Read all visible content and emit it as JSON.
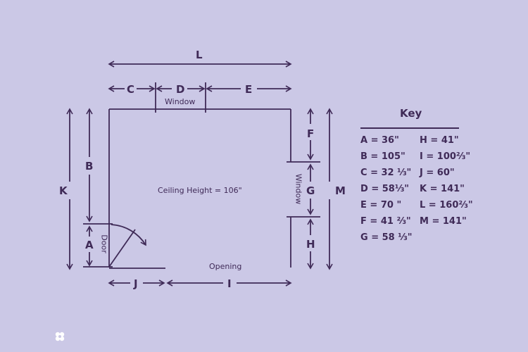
{
  "labels": {
    "L": "L",
    "C": "C",
    "D": "D",
    "E": "E",
    "B": "B",
    "K": "K",
    "A": "A",
    "F": "F",
    "G": "G",
    "H": "H",
    "M": "M",
    "J": "J",
    "I": "I",
    "window_top": "Window",
    "window_right": "Window",
    "door": "Door",
    "opening": "Opening",
    "ceiling": "Ceiling Height = 106\""
  },
  "key": {
    "title": "Key",
    "left": [
      "A = 36\"",
      "B = 105\"",
      "C = 32 ⅓\"",
      "D = 58⅓\"",
      "E = 70 \"",
      "F = 41 ⅔\"",
      "G = 58 ⅓\""
    ],
    "right": [
      "H = 41\"",
      "I  = 100⅔\"",
      "J = 60\"",
      "K = 141\"",
      "L = 160⅔\"",
      "M = 141\""
    ]
  },
  "colors": {
    "background": "#cbc8e6",
    "ink": "#3f2a57"
  },
  "logo_icon": "flower-logo-icon"
}
